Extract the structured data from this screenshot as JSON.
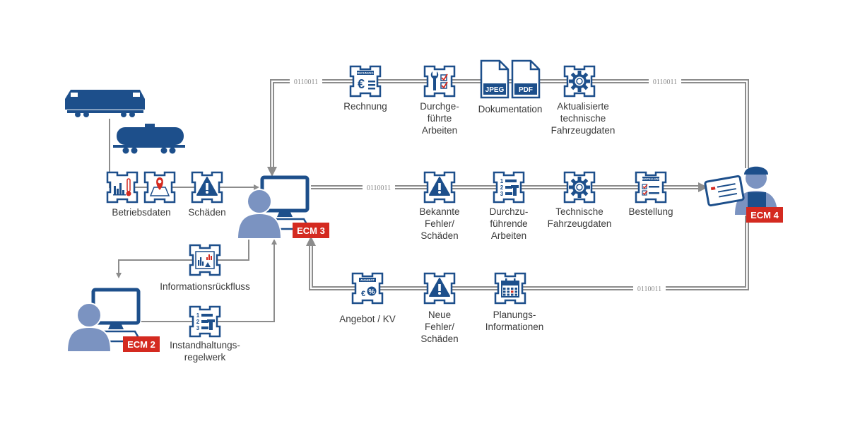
{
  "colors": {
    "navy": "#1d4f8b",
    "person": "#7b93c1",
    "red": "#d42a20",
    "line": "#8c8c8c",
    "text": "#3a3a3a"
  },
  "binary": "0110011",
  "actors": {
    "ecm2": "ECM 2",
    "ecm3": "ECM 3",
    "ecm4": "ECM 4"
  },
  "tile_captions": {
    "rechnung": "RECHNUNG",
    "angebot": "ANGEBOT",
    "bestellung": "BESTELLUNG"
  },
  "documents": {
    "jpeg": "JPEG",
    "pdf": "PDF"
  },
  "nodes": [
    {
      "id": "betriebsdaten",
      "icons": [
        "chart-thermometer-icon",
        "map-pin-icon"
      ],
      "label": [
        "Betriebsdaten"
      ]
    },
    {
      "id": "schaeden",
      "icons": [
        "warning-icon"
      ],
      "label": [
        "Schäden"
      ]
    },
    {
      "id": "rechnung",
      "icons": [
        "invoice-euro-icon"
      ],
      "label": [
        "Rechnung"
      ]
    },
    {
      "id": "durchgefuehrte-arbeiten",
      "icons": [
        "wrench-checklist-icon"
      ],
      "label": [
        "Durchge-",
        "führte",
        "Arbeiten"
      ]
    },
    {
      "id": "dokumentation",
      "icons": [
        "jpeg-document-icon",
        "pdf-document-icon"
      ],
      "label": [
        "Dokumentation"
      ]
    },
    {
      "id": "aktualisierte-fahrzeugdaten",
      "icons": [
        "gear-icon"
      ],
      "label": [
        "Aktualisierte",
        "technische",
        "Fahrzeugdaten"
      ]
    },
    {
      "id": "bekannte-fehler",
      "icons": [
        "warning-icon"
      ],
      "label": [
        "Bekannte",
        "Fehler/",
        "Schäden"
      ]
    },
    {
      "id": "durchzufuehrende-arbeiten",
      "icons": [
        "numbered-list-icon"
      ],
      "label": [
        "Durchzu-",
        "führende",
        "Arbeiten"
      ]
    },
    {
      "id": "technische-fahrzeugdaten",
      "icons": [
        "gear-icon"
      ],
      "label": [
        "Technische",
        "Fahrzeugdaten"
      ]
    },
    {
      "id": "bestellung",
      "icons": [
        "order-checklist-icon"
      ],
      "label": [
        "Bestellung"
      ]
    },
    {
      "id": "angebot",
      "icons": [
        "offer-euro-percent-icon"
      ],
      "label": [
        "Angebot / KV"
      ]
    },
    {
      "id": "neue-fehler",
      "icons": [
        "warning-icon"
      ],
      "label": [
        "Neue",
        "Fehler/",
        "Schäden"
      ]
    },
    {
      "id": "planungs-informationen",
      "icons": [
        "calendar-icon"
      ],
      "label": [
        "Planungs-",
        "Informationen"
      ]
    },
    {
      "id": "informationsrueckfluss",
      "icons": [
        "report-charts-icon"
      ],
      "label": [
        "Informationsrückfluss"
      ]
    },
    {
      "id": "instandhaltungsregelwerk",
      "icons": [
        "numbered-list-icon"
      ],
      "label": [
        "Instandhaltungs-",
        "regelwerk"
      ]
    }
  ]
}
